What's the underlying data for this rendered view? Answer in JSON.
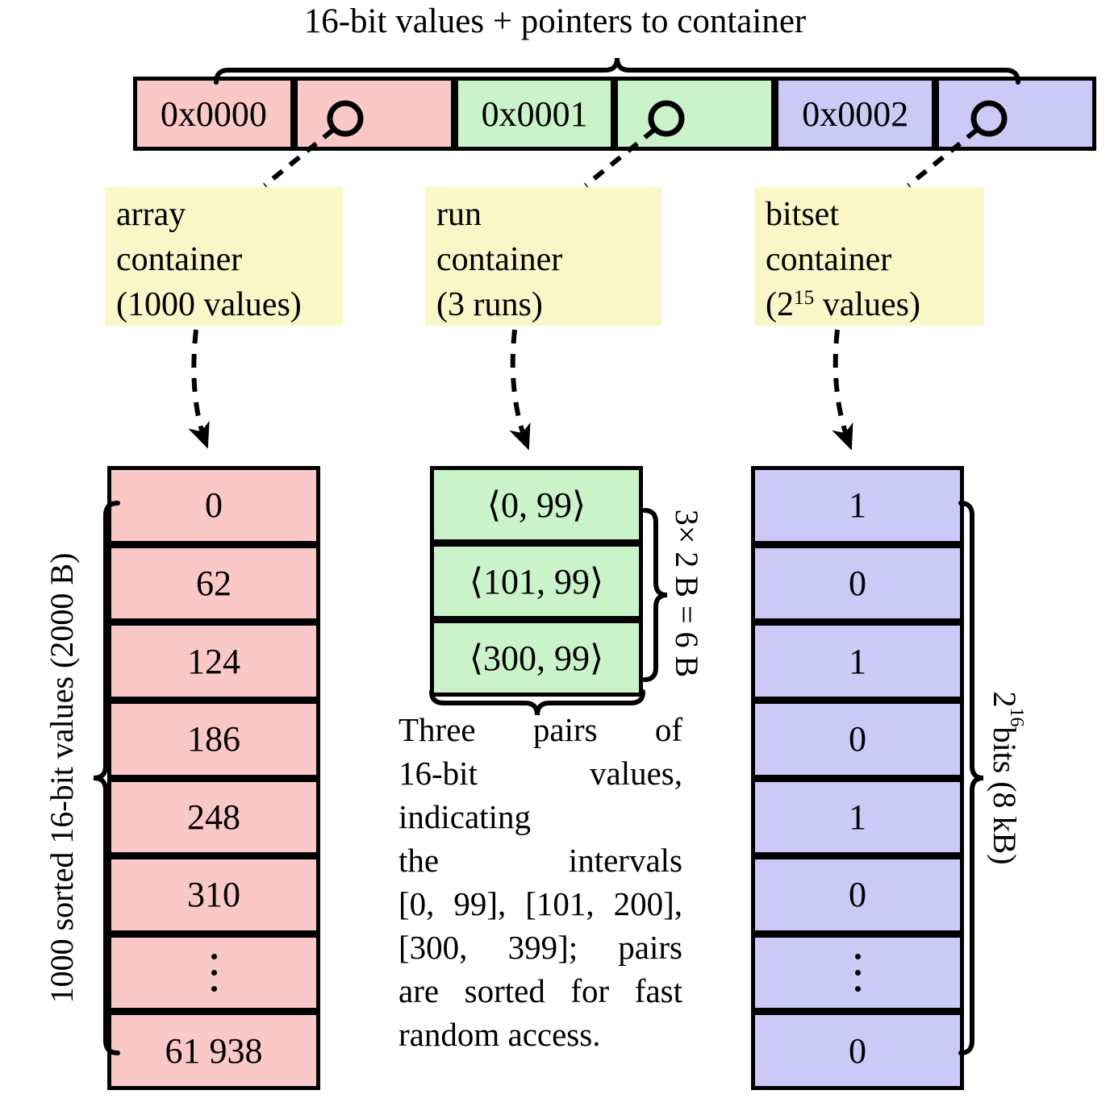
{
  "colors": {
    "pink": "#FBC8C8",
    "green": "#CBF3CA",
    "purple": "#CBCAF6",
    "yellow": "#FBF6C8",
    "ink": "#000000"
  },
  "title": "16-bit values + pointers to container",
  "top_array": {
    "keys": [
      "0x0000",
      "0x0001",
      "0x0002"
    ]
  },
  "containers": {
    "array": {
      "label_lines": [
        "array",
        "container",
        "(1000 values)"
      ],
      "values": [
        "0",
        "62",
        "124",
        "186",
        "248",
        "310",
        "⋮",
        "61 938"
      ],
      "side_label": "1000 sorted 16-bit values (2000 B)"
    },
    "run": {
      "label_lines": [
        "run",
        "container",
        "(3 runs)"
      ],
      "pairs": [
        "⟨0, 99⟩",
        "⟨101, 99⟩",
        "⟨300, 99⟩"
      ],
      "side_label": "3× 2 B = 6 B",
      "note_lines": [
        "Three pairs of",
        "16-bit values,",
        "indicating",
        "the intervals",
        "[0, 99], [101, 200],",
        "[300, 399]; pairs",
        "are sorted for fast",
        "random access."
      ]
    },
    "bitset": {
      "label_lines": [
        "bitset",
        "container"
      ],
      "label_math": {
        "base": "(2",
        "exponent": "15",
        "suffix": " values)"
      },
      "bits": [
        "1",
        "0",
        "1",
        "0",
        "1",
        "0",
        "⋮",
        "0"
      ],
      "side_label_math": {
        "base": "2",
        "exponent": "16",
        "suffix": " bits (8 kB)"
      }
    }
  }
}
